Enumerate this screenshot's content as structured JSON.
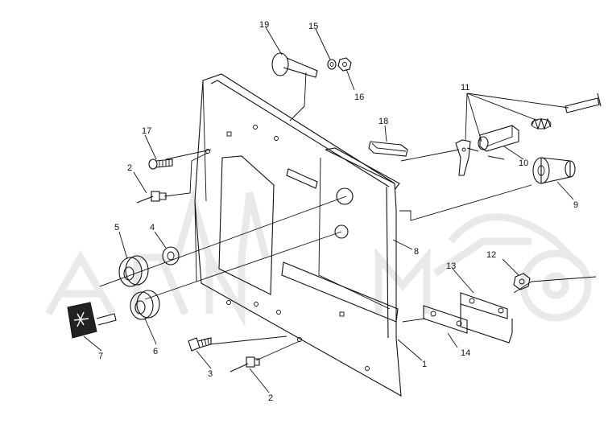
{
  "callouts": {
    "c1": "1",
    "c2a": "2",
    "c2b": "2",
    "c3": "3",
    "c4": "4",
    "c5": "5",
    "c6": "6",
    "c7": "7",
    "c8": "8",
    "c9": "9",
    "c10": "10",
    "c11": "11",
    "c12": "12",
    "c13": "13",
    "c14": "14",
    "c15": "15",
    "c16": "16",
    "c17": "17",
    "c18": "18",
    "c19": "19"
  },
  "icons": {
    "key_symbol": "starburst-key-icon",
    "watermark": "motorcycle-watermark"
  }
}
